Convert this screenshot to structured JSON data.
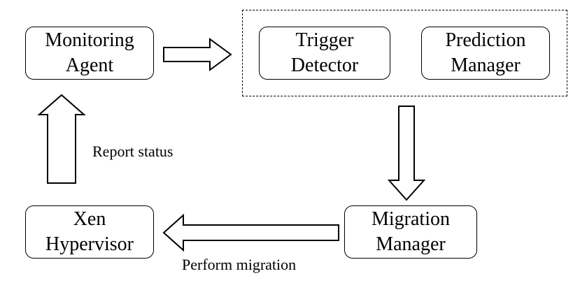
{
  "nodes": {
    "monitoring_agent": {
      "line1": "Monitoring",
      "line2": "Agent"
    },
    "trigger_detector": {
      "line1": "Trigger",
      "line2": "Detector"
    },
    "prediction_manager": {
      "line1": "Prediction",
      "line2": "Manager"
    },
    "migration_manager": {
      "line1": "Migration",
      "line2": "Manager"
    },
    "xen_hypervisor": {
      "line1": "Xen",
      "line2": "Hypervisor"
    }
  },
  "edges": {
    "report_status": "Report status",
    "perform_migration": "Perform migration"
  }
}
